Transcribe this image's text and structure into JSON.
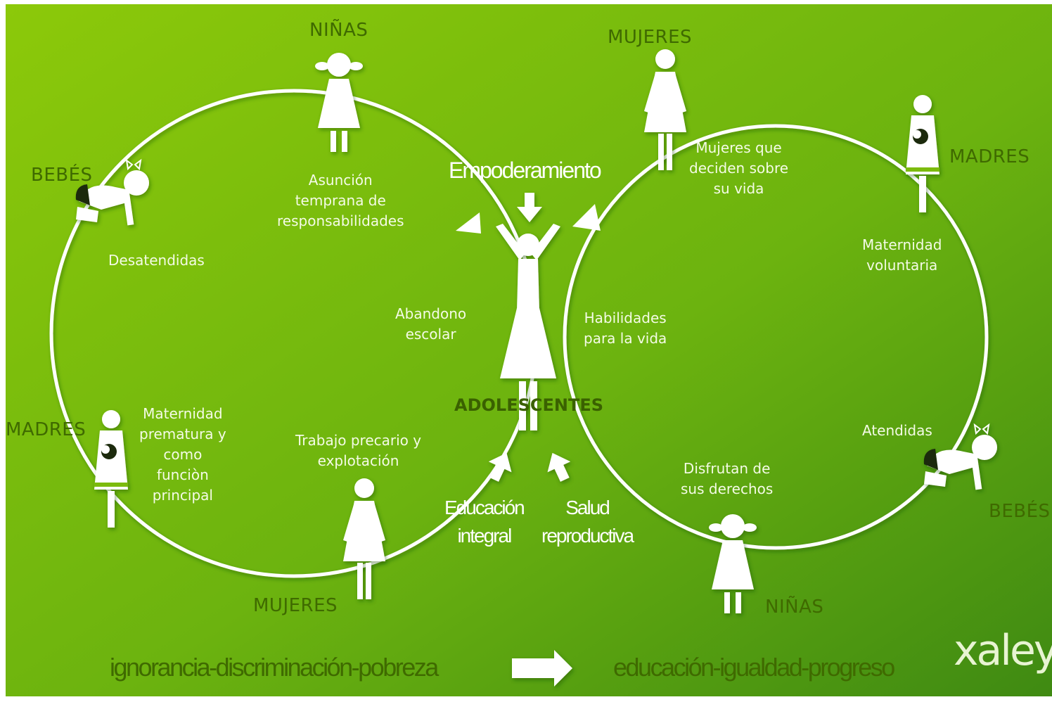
{
  "diagram": {
    "colors": {
      "bg_light": "#8cc90a",
      "bg_dark": "#3f8a12",
      "line": "#ffffff",
      "caption": "#3f6a00"
    },
    "left_cycle": {
      "girls_label": "NIÑAS",
      "girls_text": "Asunción\ntemprana de\nresponsabilidades",
      "babies_label": "BEBÉS",
      "babies_text": "Desatendidas",
      "mothers_label": "MADRES",
      "mothers_text": "Maternidad\nprematura y\ncomo\nfunciòn\nprincipal",
      "women_label": "MUJERES",
      "women_text": "Trabajo precario y\nexplotación",
      "teen_text": "Abandono\nescolar"
    },
    "right_cycle": {
      "women_label": "MUJERES",
      "women_text": "Mujeres que\ndeciden sobre\nsu vida",
      "mothers_label": "MADRES",
      "mothers_text": "Maternidad\nvoluntaria",
      "babies_label": "BEBÉS",
      "babies_text": "Atendidas",
      "girls_label": "NIÑAS",
      "girls_text": "Disfrutan de\nsus derechos",
      "teen_text": "Habilidades\npara la vida"
    },
    "center": {
      "label": "ADOLESCENTES",
      "top_factor": "Empoderamiento",
      "left_factor": "Educación\nintegral",
      "right_factor": "Salud\nreproductiva"
    },
    "footer": {
      "left": "ignorancia-discriminación-pobreza",
      "right": "educación-igualdad-progreso",
      "brand": "xaley"
    },
    "icons": [
      "girl-icon",
      "woman-icon",
      "mother-with-baby-icon",
      "crawling-baby-icon",
      "teen-arms-raised-icon",
      "arrow-icon"
    ]
  }
}
